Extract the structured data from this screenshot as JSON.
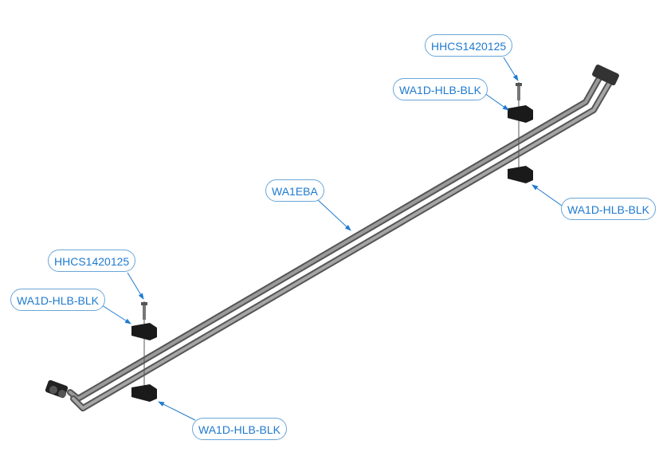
{
  "diagram": {
    "colors": {
      "callout_text": "#1e7ad0",
      "callout_border": "#6aa6d8",
      "tube": "#6e6e6e",
      "clamp": "#1a1a1a"
    },
    "callouts": [
      {
        "id": "bolt-top",
        "label": "HHCS1420125"
      },
      {
        "id": "clamp-top-upper",
        "label": "WA1D-HLB-BLK"
      },
      {
        "id": "clamp-top-lower",
        "label": "WA1D-HLB-BLK"
      },
      {
        "id": "tube-assembly",
        "label": "WA1EBA"
      },
      {
        "id": "bolt-left",
        "label": "HHCS1420125"
      },
      {
        "id": "clamp-left-upper",
        "label": "WA1D-HLB-BLK"
      },
      {
        "id": "clamp-left-lower",
        "label": "WA1D-HLB-BLK"
      }
    ]
  }
}
